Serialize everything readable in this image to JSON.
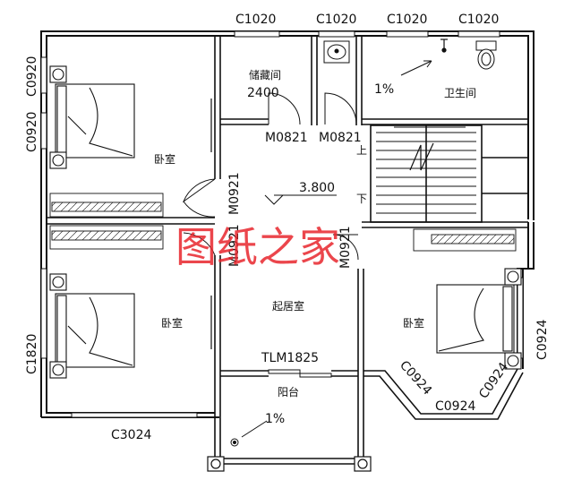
{
  "colors": {
    "line": "#111111",
    "watermark": "#e8262d",
    "background": "#ffffff"
  },
  "rooms": {
    "bedroom_top_left": "卧室",
    "bedroom_bottom_left": "卧室",
    "bedroom_right": "卧室",
    "storage": "储藏间",
    "bathroom": "卫生间",
    "living": "起居室",
    "balcony": "阳台"
  },
  "windows": {
    "top_1": "C1020",
    "top_2": "C1020",
    "top_3": "C1020",
    "top_4": "C1020",
    "left_1": "C0920",
    "left_2": "C0920",
    "left_3": "C1820",
    "bottom_1": "C3024",
    "bay_1": "C0924",
    "bay_2": "C0924",
    "bay_3": "C0924",
    "right_1": "C0924"
  },
  "doors": {
    "storage": "M0821",
    "bath": "M0821",
    "bed_top_left": "M0921",
    "bed_bottom_left": "M0921",
    "bed_right": "M0921",
    "balcony": "TLM1825"
  },
  "dimensions": {
    "storage_width": "2400",
    "elevation": "3.800"
  },
  "slopes": {
    "bathroom": "1%",
    "balcony": "1%"
  },
  "stairs": {
    "up": "上",
    "down": "下"
  },
  "watermark": "图纸之家"
}
